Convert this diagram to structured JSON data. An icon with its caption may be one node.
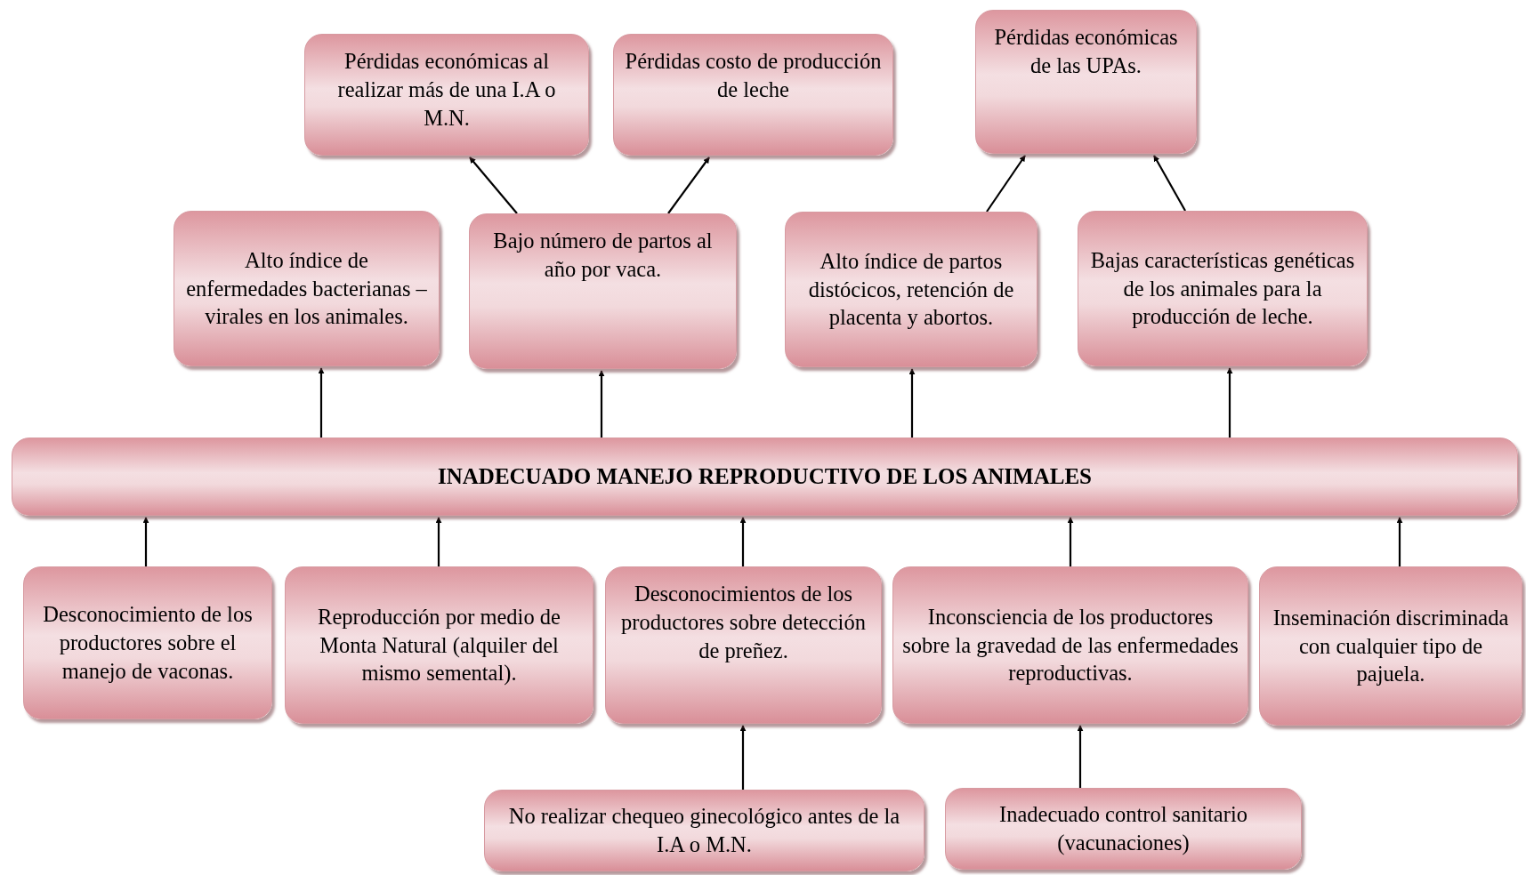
{
  "diagram": {
    "nodes": [
      {
        "text": [
          "Pérdidas económicas al realizar más de una I.A o M.N."
        ]
      },
      {
        "text": [
          "Pérdidas costo de producción de leche"
        ]
      },
      {
        "text": [
          "Pérdidas económicas de las UPAs."
        ]
      },
      {
        "text": [
          "Alto índice de enfermedades bacterianas – virales en los animales."
        ]
      },
      {
        "text": [
          "Bajo número de partos al año por vaca."
        ]
      },
      {
        "text": [
          "Alto índice de partos distócicos, retención de placenta y abortos."
        ]
      },
      {
        "text": [
          "Bajas características genéticas de los animales para la producción de leche."
        ]
      },
      {
        "text": [
          "INADECUADO MANEJO REPRODUCTIVO DE LOS ANIMALES"
        ]
      },
      {
        "text": [
          "Desconocimiento de los productores sobre el manejo de vaconas."
        ]
      },
      {
        "text": [
          "Reproducción por medio de Monta Natural (alquiler del mismo semental)."
        ]
      },
      {
        "text": [
          "Desconocimientos de los productores sobre detección de preñez."
        ]
      },
      {
        "text": [
          "Inconsciencia de los productores sobre la gravedad de las enfermedades reproductivas."
        ]
      },
      {
        "text": [
          "Inseminación discriminada con cualquier tipo de pajuela."
        ]
      },
      {
        "text": [
          "No realizar chequeo ginecológico antes de la I.A o M.N."
        ]
      },
      {
        "text": [
          "Inadecuado control sanitario (vacunaciones)"
        ]
      }
    ],
    "edges": [
      {
        "from": 7,
        "to": 3,
        "arrow": "to"
      },
      {
        "from": 7,
        "to": 4,
        "arrow": "to"
      },
      {
        "from": 7,
        "to": 5,
        "arrow": "to"
      },
      {
        "from": 7,
        "to": 6,
        "arrow": "to"
      },
      {
        "from": 4,
        "to": 0,
        "arrow": "to"
      },
      {
        "from": 4,
        "to": 1,
        "arrow": "to"
      },
      {
        "from": 5,
        "to": 2,
        "arrow": "to"
      },
      {
        "from": 6,
        "to": 2,
        "arrow": "to"
      },
      {
        "from": 8,
        "to": 7,
        "arrow": "to"
      },
      {
        "from": 9,
        "to": 7,
        "arrow": "to"
      },
      {
        "from": 10,
        "to": 7,
        "arrow": "to"
      },
      {
        "from": 11,
        "to": 7,
        "arrow": "to"
      },
      {
        "from": 12,
        "to": 7,
        "arrow": "to"
      },
      {
        "from": 13,
        "to": 10,
        "arrow": "to"
      },
      {
        "from": 14,
        "to": 11,
        "arrow": "to"
      }
    ]
  }
}
